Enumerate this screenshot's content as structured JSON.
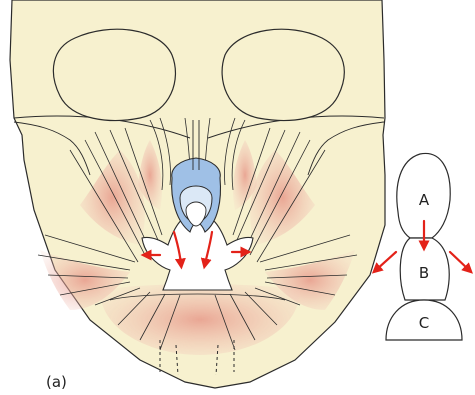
{
  "panel_label": "(a)",
  "schematic": {
    "labels": [
      "A",
      "B",
      "C"
    ]
  },
  "colors": {
    "bone": "#f7f1cf",
    "bone_outline": "#2b2b2b",
    "muscle": "#e9a99c",
    "cartilage": "#9fc0e6",
    "arrow": "#e32219"
  },
  "icons": {
    "arrow": "red-arrow-icon"
  }
}
